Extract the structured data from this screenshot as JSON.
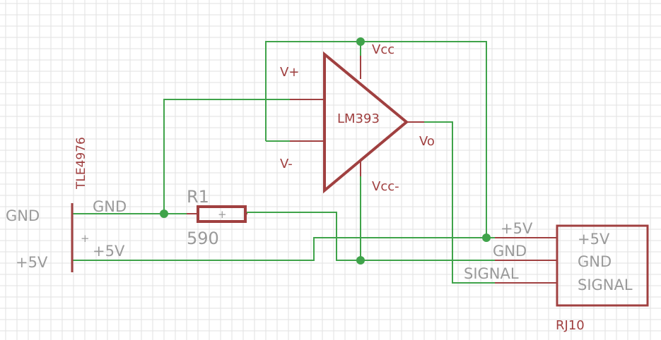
{
  "colors": {
    "grid": "#e2e2e2",
    "net": "#3fa34a",
    "junction": "#3fa34a",
    "component": "#a04040",
    "component_text": "#a04040",
    "net_text": "#9a9a9a"
  },
  "components": {
    "sensor": {
      "name": "TLE4976",
      "pin_gnd": "GND",
      "pin_vcc": "+5V",
      "mark": "+"
    },
    "resistor": {
      "name": "R1",
      "value": "590",
      "mark": "+"
    },
    "comparator": {
      "name": "LM393",
      "pin_vplus": "V+",
      "pin_vminus": "V-",
      "pin_vcc": "Vcc",
      "pin_vcc_neg": "Vcc-",
      "pin_out": "Vo"
    },
    "connector": {
      "name": "RJ10",
      "pin1": "+5V",
      "pin2": "GND",
      "pin3": "SIGNAL",
      "pin_label1": "+5V",
      "pin_label2": "GND",
      "pin_label3": "SIGNAL"
    }
  },
  "nets": {
    "gnd": "GND",
    "vcc": "+5V"
  },
  "icons": [
    "junction-dot-icon",
    "opamp-triangle-icon",
    "resistor-icon",
    "connector-icon"
  ]
}
